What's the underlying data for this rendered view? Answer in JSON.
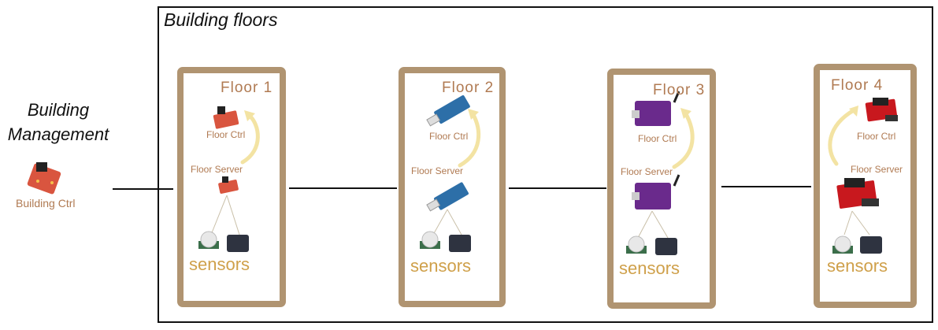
{
  "title": "Building floors",
  "building_management": {
    "line1": "Building",
    "line2": "Management",
    "ctrl_label": "Building Ctrl"
  },
  "floors": [
    {
      "name": "Floor 1",
      "ctrl": "Floor Ctrl",
      "server": "Floor Server",
      "sensors": "sensors"
    },
    {
      "name": "Floor 2",
      "ctrl": "Floor Ctrl",
      "server": "Floor Server",
      "sensors": "sensors"
    },
    {
      "name": "Floor 3",
      "ctrl": "Floor Ctrl",
      "server": "Floor Server",
      "sensors": "sensors"
    },
    {
      "name": "Floor 4",
      "ctrl": "Floor Ctrl",
      "server": "Floor Server",
      "sensors": "sensors"
    }
  ],
  "colors": {
    "frame": "#b09471",
    "label": "#b07a52",
    "sensors": "#cfa04a",
    "arrow": "#f3e3a3",
    "board_red": "#d9553f",
    "board_blue": "#2d6fa8",
    "board_purple": "#6a2a8c",
    "board_redblack": "#c8181e"
  }
}
